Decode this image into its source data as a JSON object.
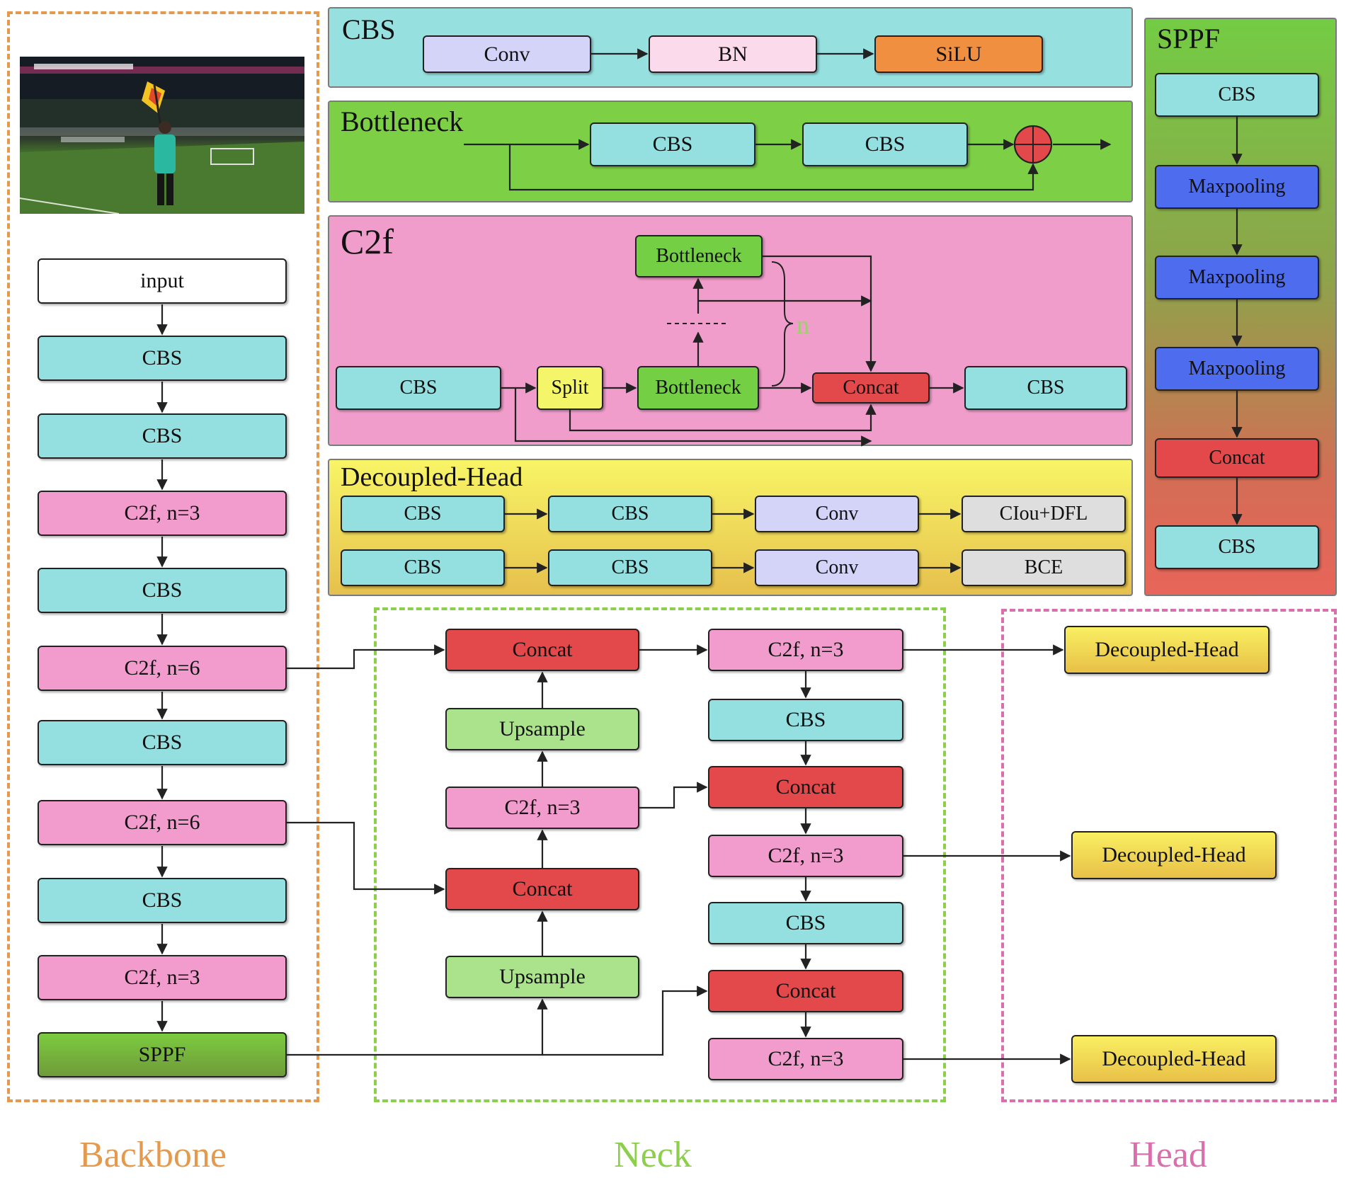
{
  "sections": {
    "backbone": "Backbone",
    "neck": "Neck",
    "head": "Head"
  },
  "backbone": {
    "blocks": [
      "input",
      "CBS",
      "CBS",
      "C2f, n=3",
      "CBS",
      "C2f, n=6",
      "CBS",
      "C2f, n=6",
      "CBS",
      "C2f, n=3",
      "SPPF"
    ]
  },
  "neck": {
    "left": [
      "Concat",
      "Upsample",
      "C2f, n=3",
      "Concat",
      "Upsample"
    ],
    "right": [
      "C2f, n=3",
      "CBS",
      "Concat",
      "C2f, n=3",
      "CBS",
      "Concat",
      "C2f, n=3"
    ]
  },
  "head": {
    "blocks": [
      "Decoupled-Head",
      "Decoupled-Head",
      "Decoupled-Head"
    ]
  },
  "modules": {
    "cbs": {
      "title": "CBS",
      "blocks": [
        "Conv",
        "BN",
        "SiLU"
      ]
    },
    "bottleneck": {
      "title": "Bottleneck",
      "blocks": [
        "CBS",
        "CBS"
      ]
    },
    "c2f": {
      "title": "C2f",
      "blocks": [
        "CBS",
        "Split",
        "Bottleneck",
        "Bottleneck",
        "Concat",
        "CBS"
      ],
      "repeat_label": "n"
    },
    "decoupled_head": {
      "title": "Decoupled-Head",
      "row1": [
        "CBS",
        "CBS",
        "Conv",
        "CIou+DFL"
      ],
      "row2": [
        "CBS",
        "CBS",
        "Conv",
        "BCE"
      ]
    },
    "sppf": {
      "title": "SPPF",
      "blocks": [
        "CBS",
        "Maxpooling",
        "Maxpooling",
        "Maxpooling",
        "Concat",
        "CBS"
      ]
    }
  },
  "colors": {
    "backbone_dash": "#e49a4e",
    "neck_dash": "#8ccf4a",
    "head_dash": "#da6fae",
    "cbs": "#94dfe0",
    "c2f": "#f29ccd",
    "concat": "#e3484a",
    "upsample": "#abe38d",
    "decoupled_head": "#f2e05a",
    "maxpooling": "#4e6cee"
  }
}
